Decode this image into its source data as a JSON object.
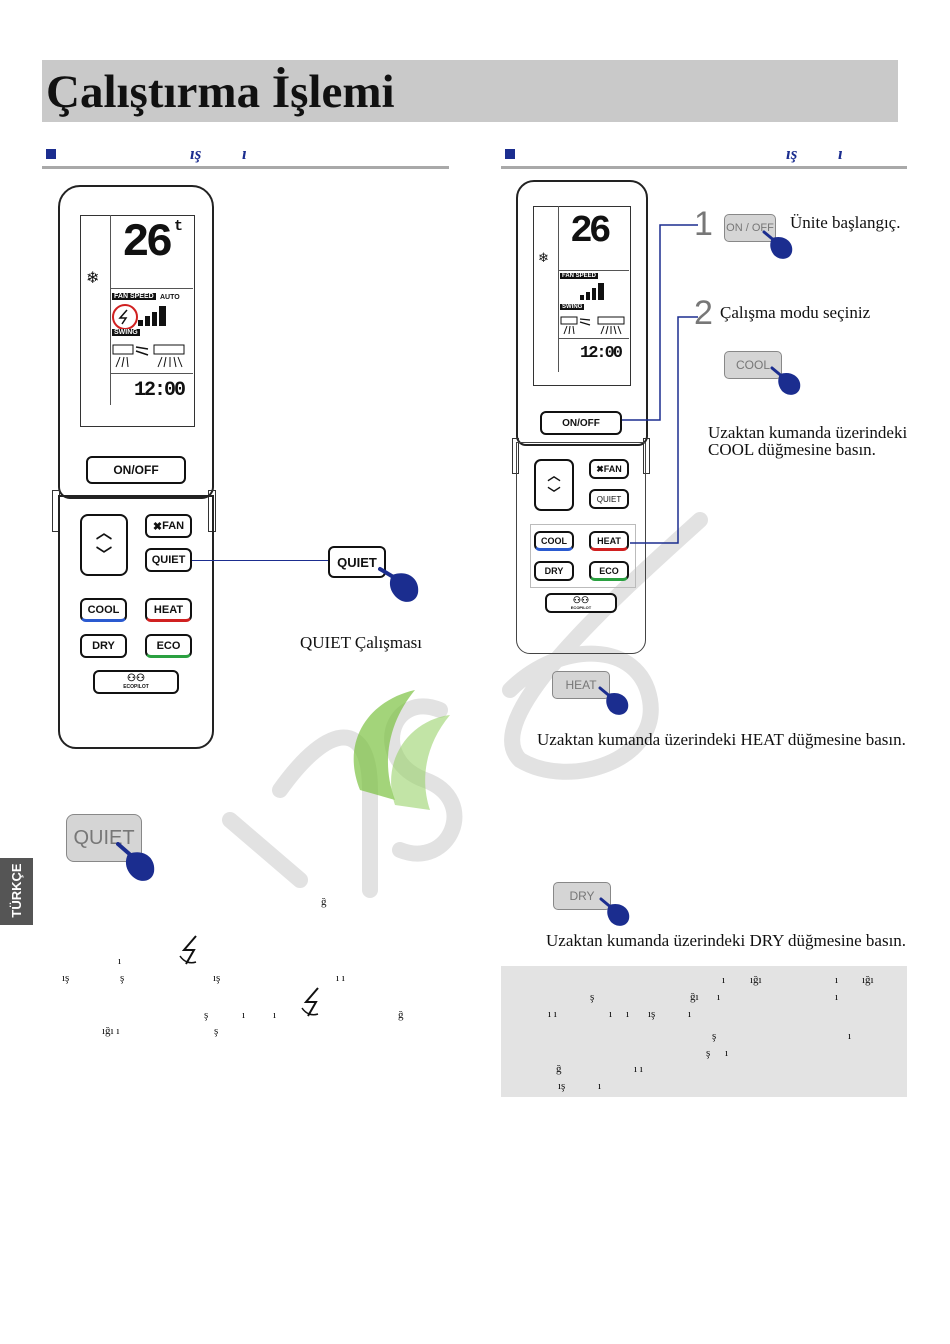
{
  "page": {
    "title": "Çalıştırma İşlemi",
    "side_tab": "TÜRKÇE"
  },
  "left_section": {
    "header_fragments": [
      "ış",
      "ı"
    ],
    "caption": "QUIET Çalışması",
    "big_button": "QUIET",
    "body_fragments": [
      "ğ",
      "ı",
      "ış",
      "ş",
      "ış",
      "ı ı",
      "ş",
      "ı",
      "ı",
      "ğ",
      "ığı ı",
      "ş"
    ]
  },
  "right_section": {
    "header_fragments": [
      "ış",
      "ı"
    ],
    "step1_number": "1",
    "step1_button": "ON / OFF",
    "step1_text": "Ünite başlangıç.",
    "step2_number": "2",
    "step2_text": "Çalışma modu seçiniz",
    "cool_button": "COOL",
    "cool_text_line1": "Uzaktan kumanda üzerindeki",
    "cool_text_line2": "COOL düğmesine basın.",
    "heat_button": "HEAT",
    "heat_text": "Uzaktan kumanda üzerindeki HEAT düğmesine basın.",
    "dry_button": "DRY",
    "dry_text": "Uzaktan kumanda üzerindeki DRY düğmesine basın.",
    "note_fragments": [
      "ı",
      "ığı",
      "ı",
      "ığı",
      "ş",
      "ğı",
      "ı",
      "ı",
      "ı ı",
      "ı",
      "ı",
      "ış",
      "ı",
      "ş",
      "ı",
      "ş",
      "ı",
      "ğ",
      "ı ı",
      "ış",
      "ı"
    ]
  },
  "remote": {
    "temp": "26",
    "unit": "t",
    "fan_speed_label": "FAN SPEED",
    "auto_label": "AUTO",
    "swing_label": "SWING",
    "time": "12:00",
    "onoff": "ON/OFF",
    "fan": "FAN",
    "quiet": "QUIET",
    "cool": "COOL",
    "heat": "HEAT",
    "dry": "DRY",
    "eco": "ECO",
    "ecopilot": "ECOPILOT"
  },
  "colors": {
    "title_bar": "#c9c9c9",
    "accent_blue": "#1b2d8f",
    "note_box": "#e3e3e3",
    "watermark_green": "#6dbf3a"
  }
}
